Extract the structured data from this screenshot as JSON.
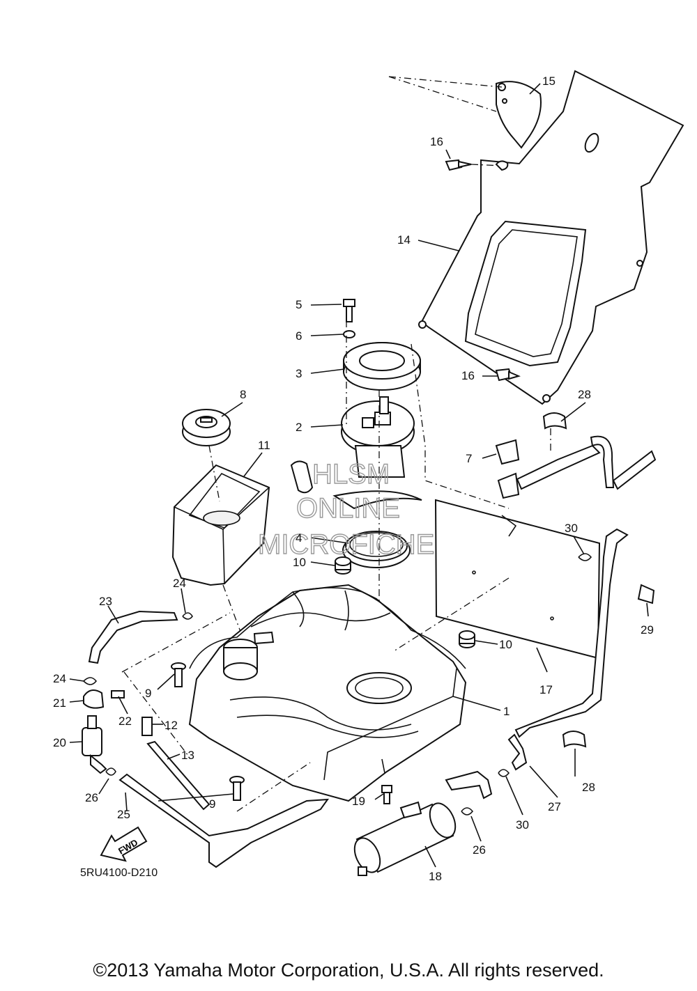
{
  "diagram_code": "5RU4100-D210",
  "copyright": "©2013 Yamaha Motor Corporation, U.S.A. All rights reserved.",
  "fwd_arrow_text": "FWD",
  "watermark": [
    "HLSM",
    "ONLINE",
    "MICROFICHE"
  ],
  "part_numbers": [
    "1",
    "2",
    "3",
    "4",
    "5",
    "6",
    "7",
    "8",
    "9",
    "9",
    "10",
    "10",
    "11",
    "12",
    "13",
    "14",
    "15",
    "16",
    "16",
    "17",
    "18",
    "19",
    "20",
    "21",
    "22",
    "23",
    "24",
    "24",
    "25",
    "26",
    "26",
    "27",
    "28",
    "28",
    "29",
    "30",
    "30"
  ]
}
